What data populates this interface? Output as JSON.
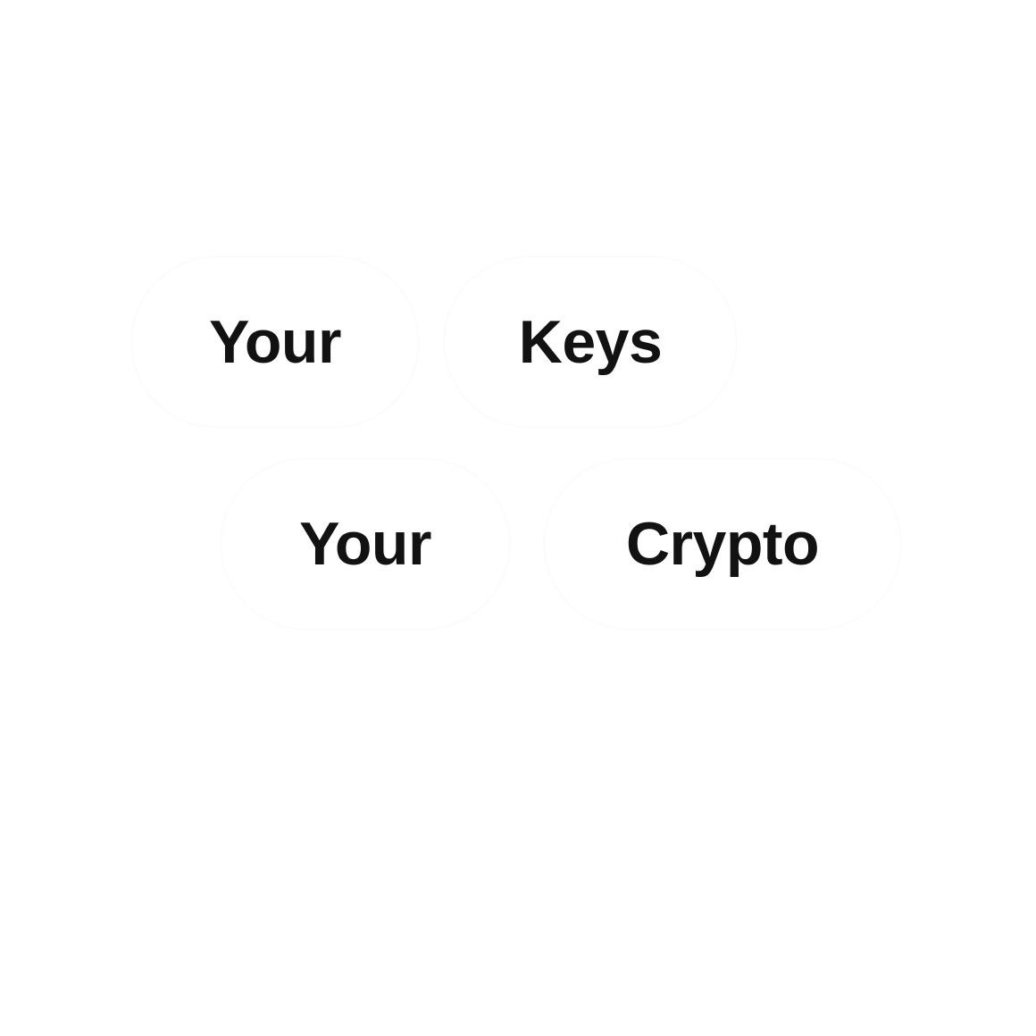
{
  "words": [
    {
      "text": "Your"
    },
    {
      "text": "Keys"
    },
    {
      "text": "Your"
    },
    {
      "text": "Crypto"
    }
  ],
  "colors": {
    "background": "#ffffff",
    "text": "#121212",
    "pill": "#ffffff"
  }
}
